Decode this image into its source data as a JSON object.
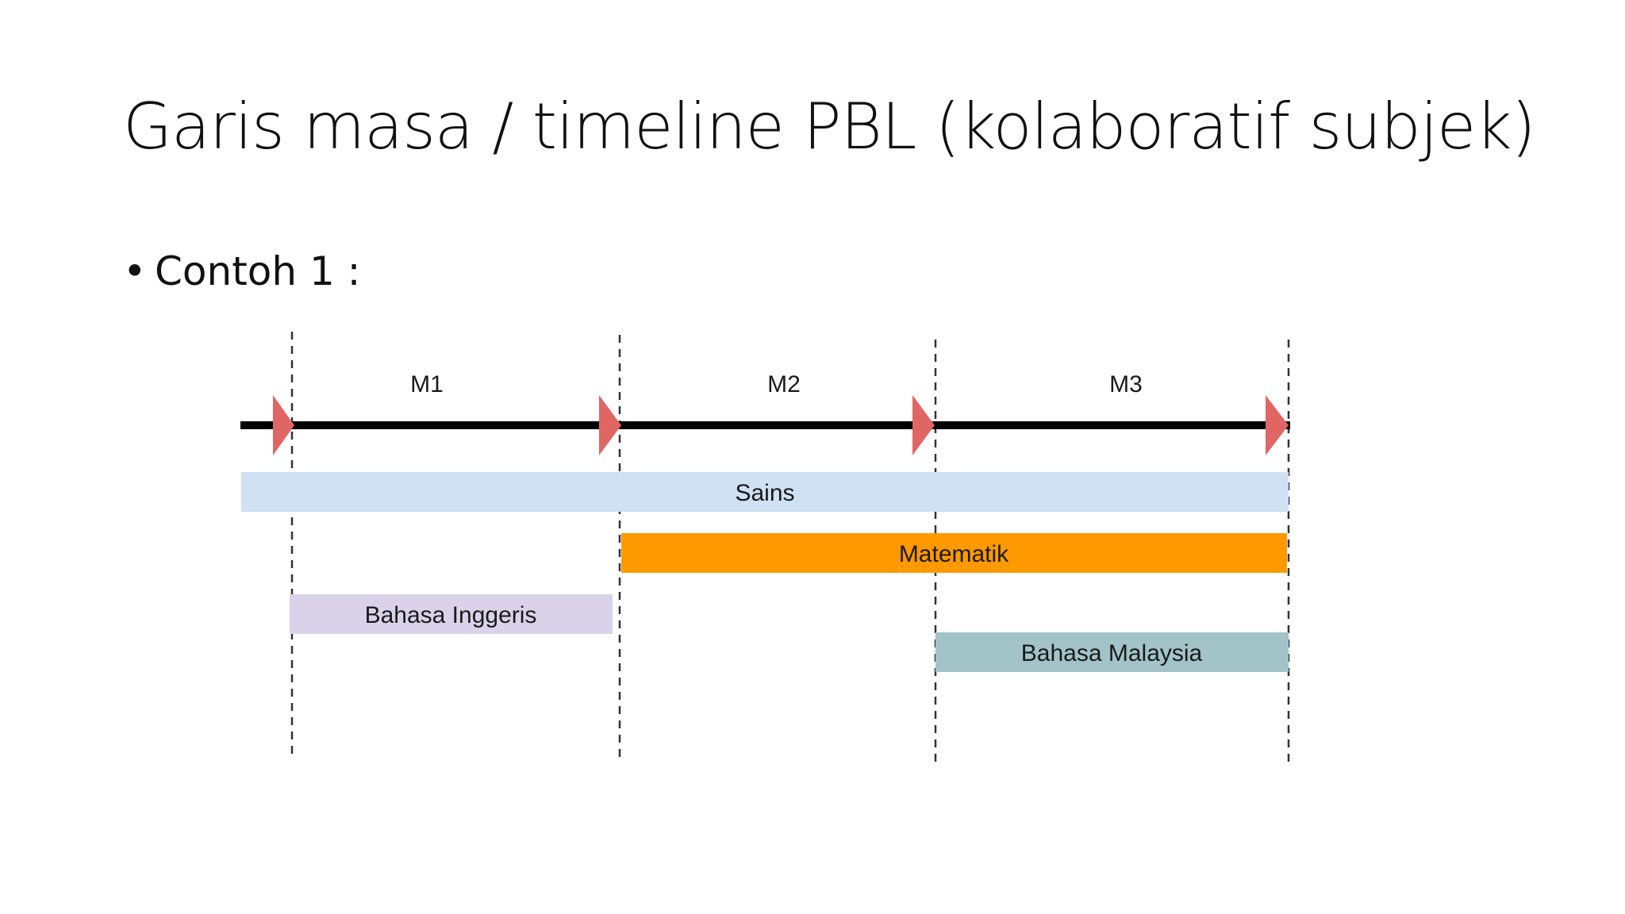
{
  "slide": {
    "title": "Garis masa / timeline PBL (kolaboratif subjek)",
    "bullet": "Contoh 1 :"
  },
  "timeline": {
    "milestones": [
      "M1",
      "M2",
      "M3"
    ],
    "subjects": [
      {
        "name": "Sains",
        "color": "#cfe1f3"
      },
      {
        "name": "Matematik",
        "color": "#ff9900"
      },
      {
        "name": "Bahasa Inggeris",
        "color": "#d9d2e9"
      },
      {
        "name": "Bahasa Malaysia",
        "color": "#a2c4c9"
      }
    ],
    "axis_color": "#000000",
    "marker_color": "#e06666"
  }
}
